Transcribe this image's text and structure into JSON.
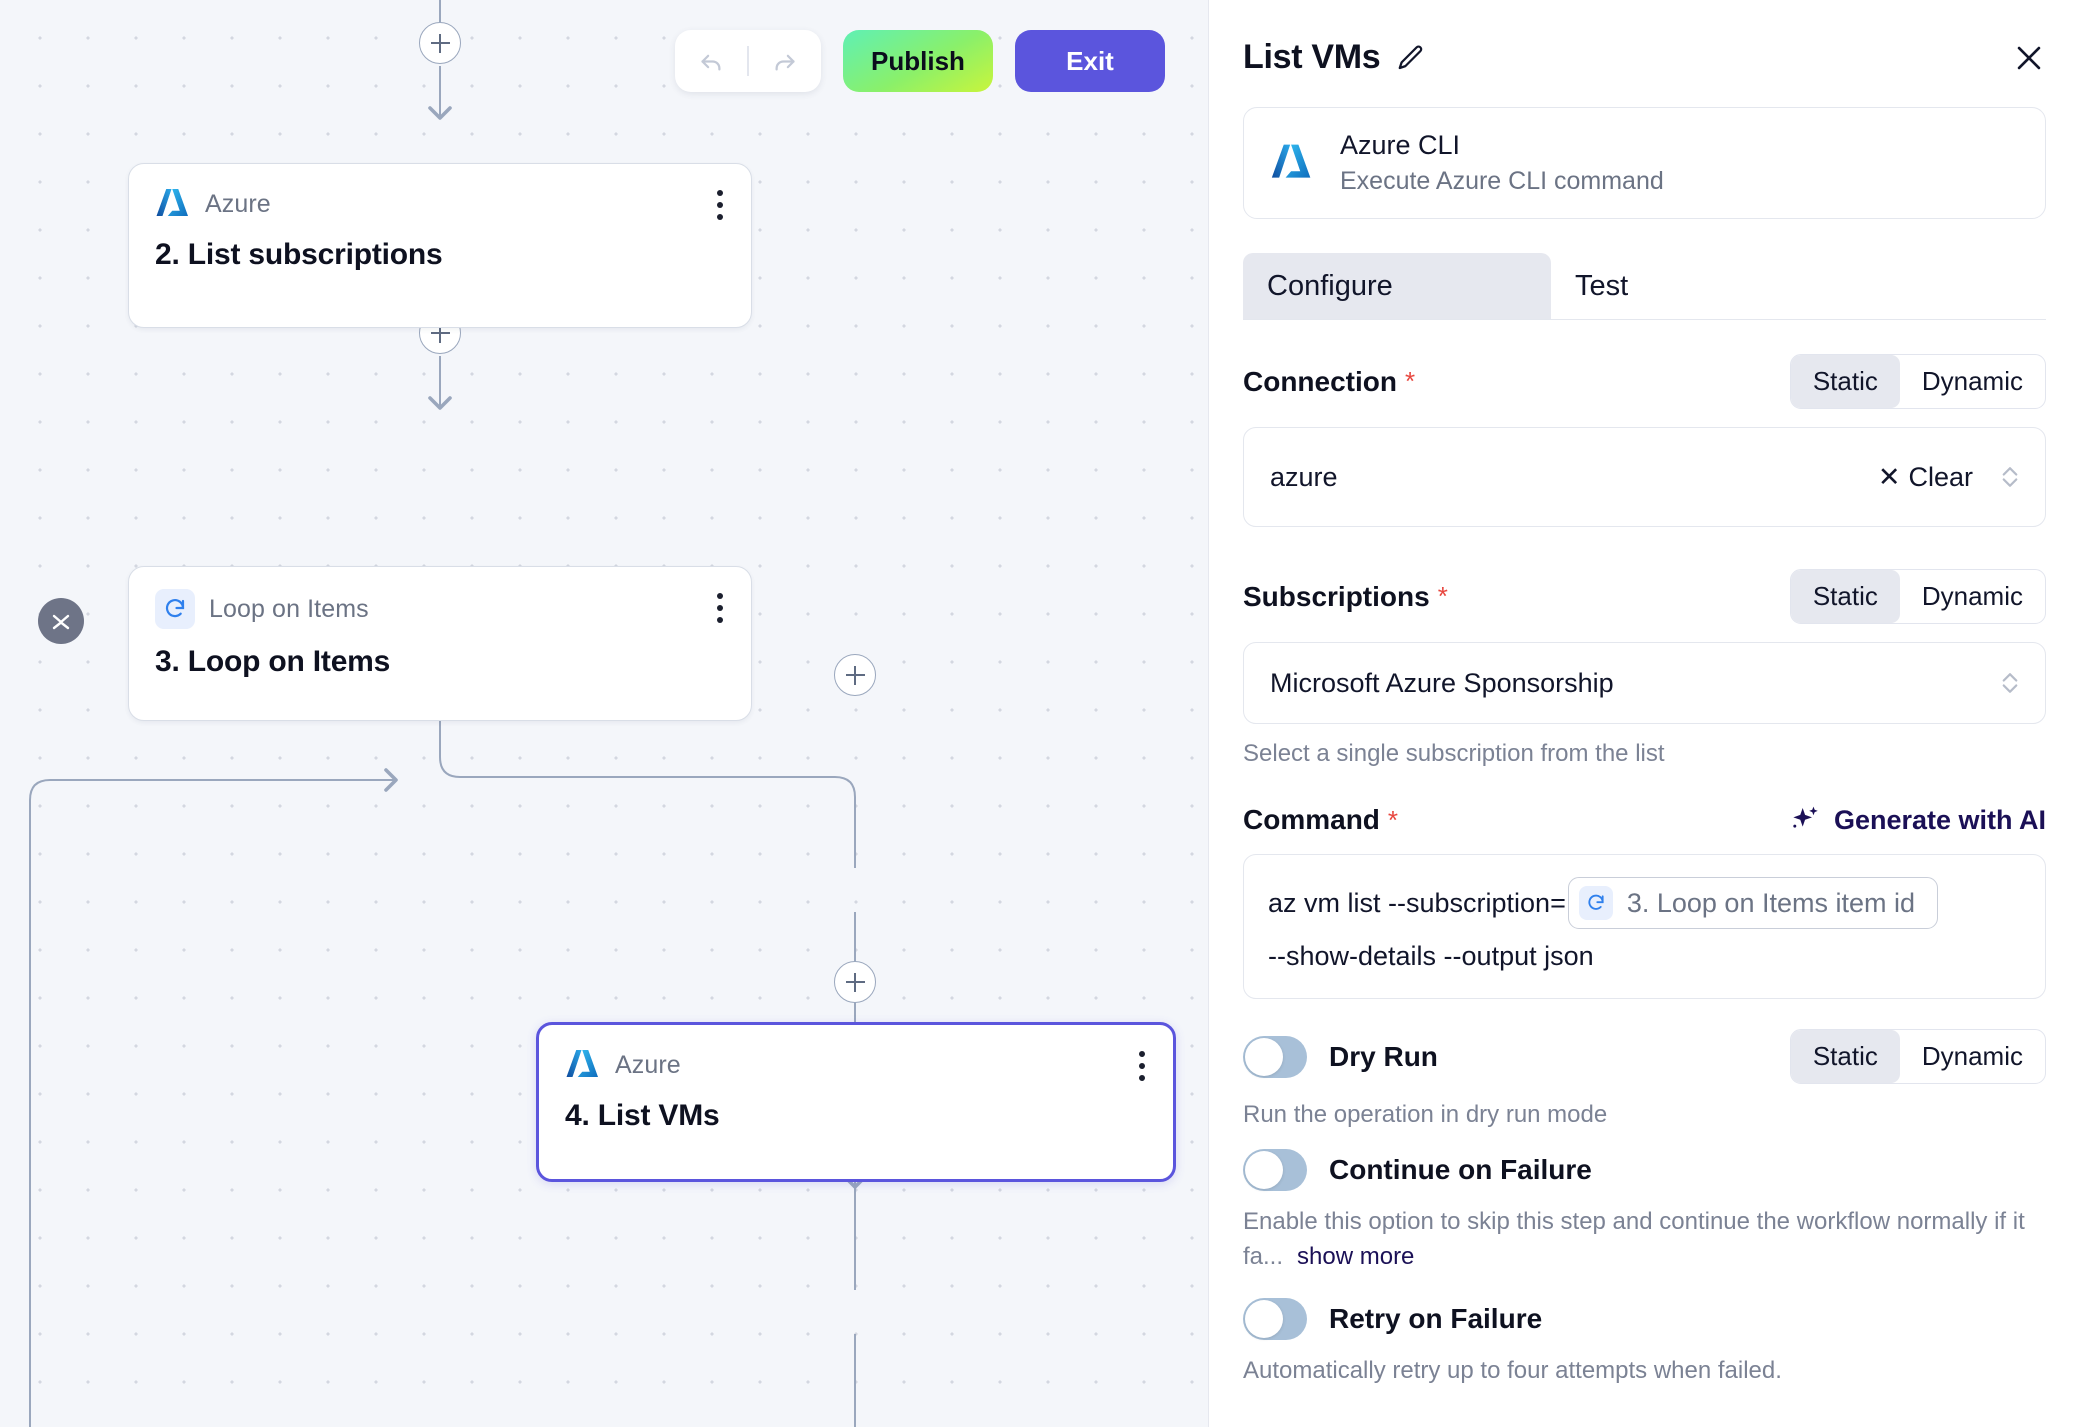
{
  "toolbar": {
    "undo_icon": "undo-arrow-icon",
    "redo_icon": "redo-arrow-icon",
    "publish_label": "Publish",
    "exit_label": "Exit",
    "publish_color": "#8af06a",
    "exit_color": "#5b55dd"
  },
  "canvas": {
    "collapse_icon": "collapse-chevrons-icon",
    "add_icon": "plus-icon",
    "nodes": [
      {
        "type": "Azure",
        "icon": "azure-logo-icon",
        "title": "2. List subscriptions",
        "selected": false
      },
      {
        "type": "Loop on Items",
        "icon": "loop-refresh-icon",
        "title": "3. Loop on Items",
        "selected": false
      },
      {
        "type": "Azure",
        "icon": "azure-logo-icon",
        "title": "4. List VMs",
        "selected": true
      }
    ]
  },
  "panel": {
    "title": "List VMs",
    "edit_icon": "pencil-icon",
    "close_icon": "close-icon",
    "operation": {
      "icon": "azure-logo-icon",
      "name": "Azure CLI",
      "description": "Execute Azure CLI command"
    },
    "tabs": [
      {
        "label": "Configure",
        "active": true
      },
      {
        "label": "Test",
        "active": false
      }
    ],
    "segmented_options": {
      "static": "Static",
      "dynamic": "Dynamic"
    },
    "connection": {
      "label": "Connection",
      "required": "*",
      "mode": "Static",
      "value": "azure",
      "clear_label": "Clear",
      "clear_icon": "close-x-icon",
      "stepper_icon": "chevron-updown-icon"
    },
    "subscriptions": {
      "label": "Subscriptions",
      "required": "*",
      "mode": "Static",
      "value": "Microsoft Azure Sponsorship",
      "hint": "Select a single subscription from the list",
      "stepper_icon": "chevron-updown-icon"
    },
    "command": {
      "label": "Command",
      "required": "*",
      "generate_label": "Generate with AI",
      "generate_icon": "sparkle-icon",
      "line1_prefix": "az vm list --subscription=",
      "token_icon": "loop-refresh-icon",
      "token_label": "3. Loop on Items item id",
      "line2": "--show-details --output json"
    },
    "dry_run": {
      "label": "Dry Run",
      "state": "off",
      "mode": "Static",
      "description": "Run the operation in dry run mode"
    },
    "continue_on_failure": {
      "label": "Continue on Failure",
      "state": "off",
      "description": "Enable this option to skip this step and continue the workflow normally if it fa...",
      "show_more": "show more"
    },
    "retry_on_failure": {
      "label": "Retry on Failure",
      "state": "off",
      "description": "Automatically retry up to four attempts when failed."
    }
  }
}
